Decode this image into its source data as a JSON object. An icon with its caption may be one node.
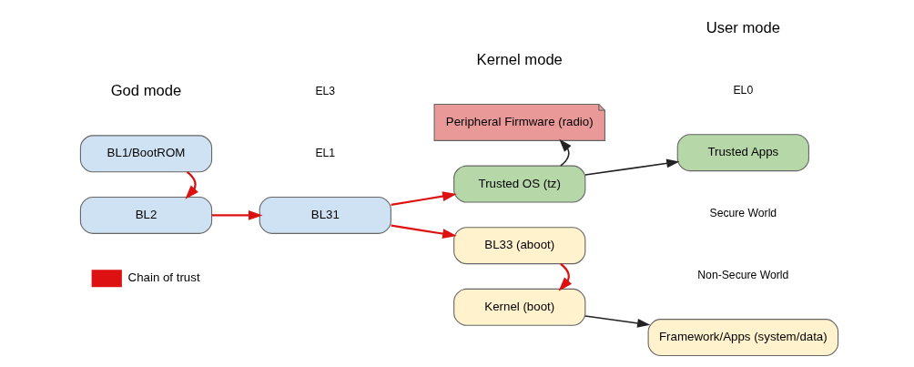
{
  "diagram": {
    "nodes": [
      {
        "text": [
          "BL1/BootROM"
        ]
      },
      {
        "text": [
          "BL2"
        ]
      },
      {
        "text": [
          "BL31"
        ]
      },
      {
        "text": [
          "Peripheral Firmware (radio)"
        ]
      },
      {
        "text": [
          "Trusted OS (tz)"
        ]
      },
      {
        "text": [
          "Trusted Apps"
        ]
      },
      {
        "text": [
          "BL33 (aboot)"
        ]
      },
      {
        "text": [
          "Kernel (boot)"
        ]
      },
      {
        "text": [
          "Framework/Apps (system/data)"
        ]
      }
    ],
    "edges": [
      {
        "from": 0,
        "to": 1,
        "arrow": "to"
      },
      {
        "from": 1,
        "to": 2,
        "arrow": "to"
      },
      {
        "from": 2,
        "to": 4,
        "arrow": "to"
      },
      {
        "from": 2,
        "to": 6,
        "arrow": "to"
      },
      {
        "from": 4,
        "to": 3,
        "arrow": "to",
        "color": "#222222"
      },
      {
        "from": 4,
        "to": 5,
        "arrow": "to",
        "color": "#222222"
      },
      {
        "from": 6,
        "to": 7,
        "arrow": "to"
      },
      {
        "from": 7,
        "to": 8,
        "arrow": "to",
        "color": "#222222"
      }
    ],
    "labels": [
      "God mode",
      "Kernel mode",
      "User mode",
      "EL3",
      "EL1",
      "EL0",
      "Secure World",
      "Non-Secure World"
    ],
    "legend": [
      {
        "text": "Chain of trust"
      }
    ]
  }
}
